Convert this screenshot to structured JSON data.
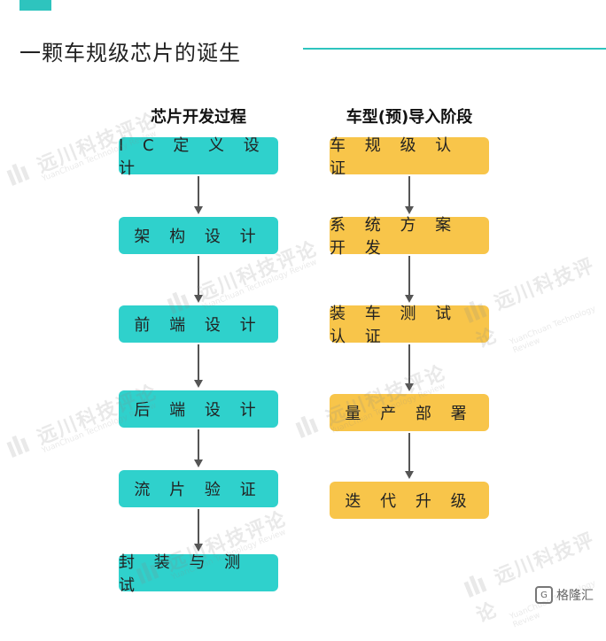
{
  "title": "一颗车规级芯片的诞生",
  "columns": [
    {
      "title": "芯片开发过程",
      "color": "#2fd1cc",
      "steps": [
        "I C 定 义 设 计",
        "架 构 设 计",
        "前 端 设 计",
        "后 端 设 计",
        "流 片 验 证",
        "封 装 与 测 试"
      ]
    },
    {
      "title": "车型(预)导入阶段",
      "color": "#f8c54a",
      "steps": [
        "车 规 级 认 证",
        "系 统 方 案 开 发",
        "装 车 测 试 认 证",
        "量 产 部 署",
        "迭 代 升 级"
      ]
    }
  ],
  "watermark": {
    "cn": "远川科技评论",
    "en": "YuanChuan Technology Review"
  },
  "corner_logo": "格隆汇",
  "colors": {
    "accent": "#2ec4be",
    "teal": "#2fd1cc",
    "orange": "#f8c54a",
    "arrow": "#555555"
  }
}
